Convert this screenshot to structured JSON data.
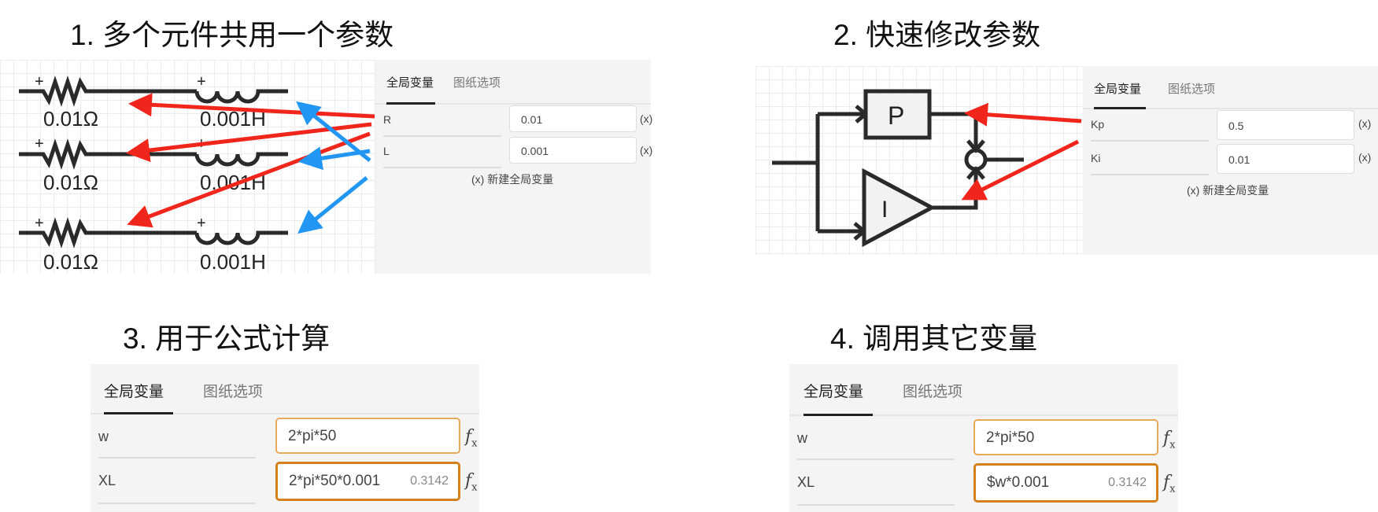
{
  "titles": [
    "1. 多个元件共用一个参数",
    "2. 快速修改参数",
    "3. 用于公式计算",
    "4. 调用其它变量"
  ],
  "tabs": {
    "global": "全局变量",
    "sheet": "图纸选项"
  },
  "new_var": {
    "icon": "(x)",
    "label": "新建全局变量"
  },
  "var_icon": "(x)",
  "panel1": {
    "components": [
      {
        "r": "0.01Ω",
        "l": "0.001H"
      },
      {
        "r": "0.01Ω",
        "l": "0.001H"
      },
      {
        "r": "0.01Ω",
        "l": "0.001H"
      }
    ],
    "plus": "+",
    "vars": [
      {
        "name": "R",
        "value": "0.01"
      },
      {
        "name": "L",
        "value": "0.001"
      }
    ]
  },
  "panel2": {
    "blocks": {
      "p": "P",
      "i": "I"
    },
    "vars": [
      {
        "name": "Kp",
        "value": "0.5"
      },
      {
        "name": "Ki",
        "value": "0.01"
      }
    ]
  },
  "panel3": {
    "vars": [
      {
        "name": "w",
        "value": "2*pi*50",
        "result": ""
      },
      {
        "name": "XL",
        "value": "2*pi*50*0.001",
        "result": "0.3142"
      }
    ]
  },
  "panel4": {
    "vars": [
      {
        "name": "w",
        "value": "2*pi*50",
        "result": ""
      },
      {
        "name": "XL",
        "value": "$w*0.001",
        "result": "0.3142"
      }
    ]
  },
  "fx": {
    "f": "f",
    "x": "x"
  },
  "colors": {
    "arrow_red": "#f0251b",
    "arrow_blue": "#2196f3",
    "accent": "#e9a95a"
  }
}
